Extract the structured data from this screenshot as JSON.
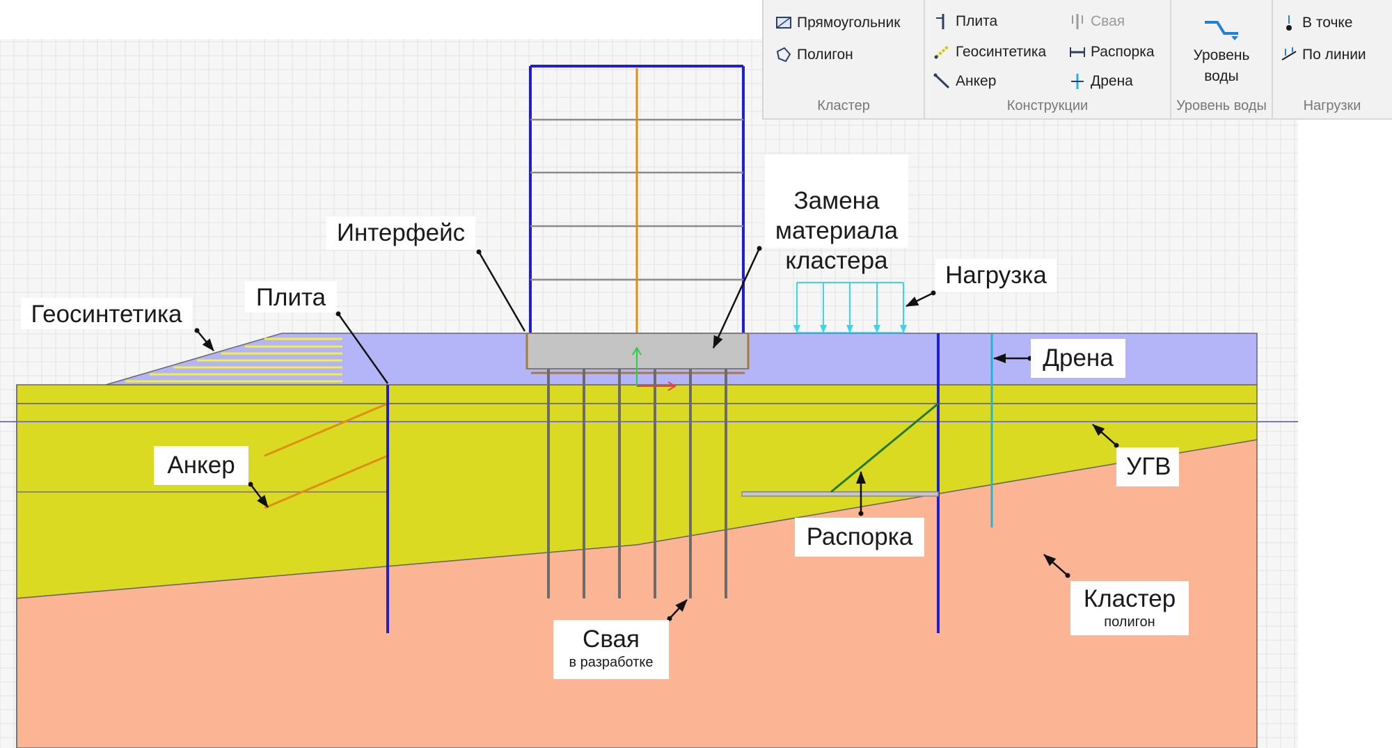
{
  "ribbon": {
    "cluster": {
      "caption": "Кластер",
      "items": [
        {
          "label": "Прямоугольник",
          "icon": "rectangle-icon"
        },
        {
          "label": "Полигон",
          "icon": "polygon-icon"
        }
      ]
    },
    "constructions": {
      "caption": "Конструкции",
      "items": [
        {
          "label": "Плита",
          "icon": "plate-icon"
        },
        {
          "label": "Геосинтетика",
          "icon": "geosynthetic-icon"
        },
        {
          "label": "Анкер",
          "icon": "anchor-icon"
        },
        {
          "label": "Свая",
          "icon": "pile-icon"
        },
        {
          "label": "Распорка",
          "icon": "strut-icon"
        },
        {
          "label": "Дрена",
          "icon": "drain-icon"
        }
      ]
    },
    "water": {
      "caption": "Уровень воды",
      "button_label": "Уровень\nводы",
      "icon": "water-level-icon"
    },
    "loads": {
      "caption": "Нагрузки",
      "items": [
        {
          "label": "В точке",
          "icon": "point-load-icon"
        },
        {
          "label": "По линии",
          "icon": "line-load-icon"
        }
      ]
    }
  },
  "callouts": {
    "geosynthetics": "Геосинтетика",
    "plate": "Плита",
    "interface": "Интерфейс",
    "replace_material": "Замена\nматериала\nкластера",
    "load": "Нагрузка",
    "drain": "Дрена",
    "anchor": "Анкер",
    "gwl": "УГВ",
    "strut": "Распорка",
    "pile": "Свая",
    "pile_sub": "в разработке",
    "cluster": "Кластер",
    "cluster_sub": "полигон"
  },
  "colors": {
    "soil_top": "#b4b4f8",
    "soil_middle": "#dada22",
    "soil_bottom": "#fbb594",
    "plate": "#1f1fd1",
    "anchor": "#e08e12",
    "geosynthetic": "#f5f03c",
    "strut": "#1f7a1f",
    "drain": "#1fb5d8",
    "load": "#38d6ea",
    "pile": "#6b6b6b",
    "foundation": "#c4c4c4",
    "building_frame": "#1f1fd1",
    "building_core": "#e08e12"
  }
}
